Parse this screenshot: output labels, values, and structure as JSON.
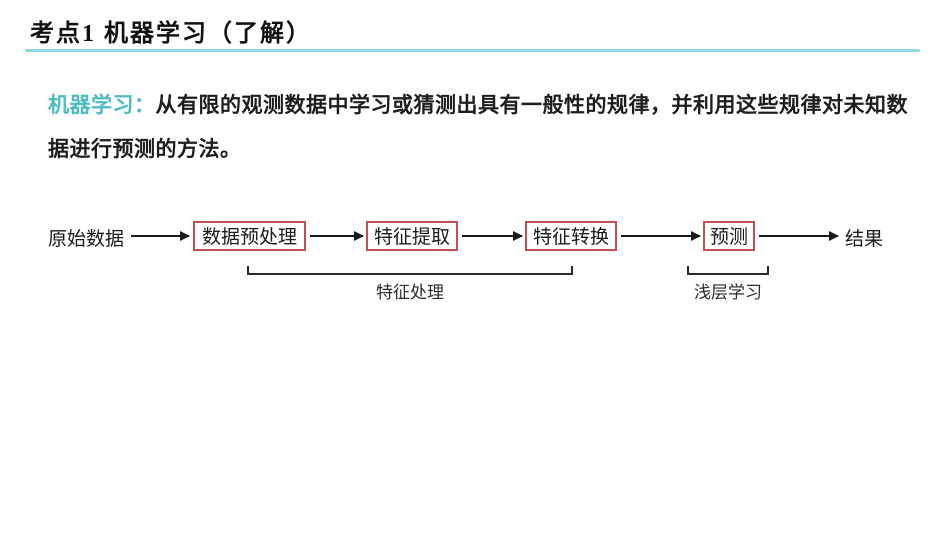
{
  "slide": {
    "title": "考点1  机器学习（了解）",
    "divider_color": "#8fd8e0"
  },
  "definition": {
    "term": "机器学习：",
    "term_color": "#4cbcc3",
    "body": "从有限的观测数据中学习或猜测出具有一般性的规律，并利用这些规律对未知数据进行预测的方法。"
  },
  "diagram": {
    "box_border_color": "#c0504d",
    "input_label": "原始数据",
    "output_label": "结果",
    "boxes": [
      {
        "label": "数据预处理"
      },
      {
        "label": "特征提取"
      },
      {
        "label": "特征转换"
      },
      {
        "label": "预测"
      }
    ],
    "groups": [
      {
        "label": "特征处理"
      },
      {
        "label": "浅层学习"
      }
    ]
  }
}
